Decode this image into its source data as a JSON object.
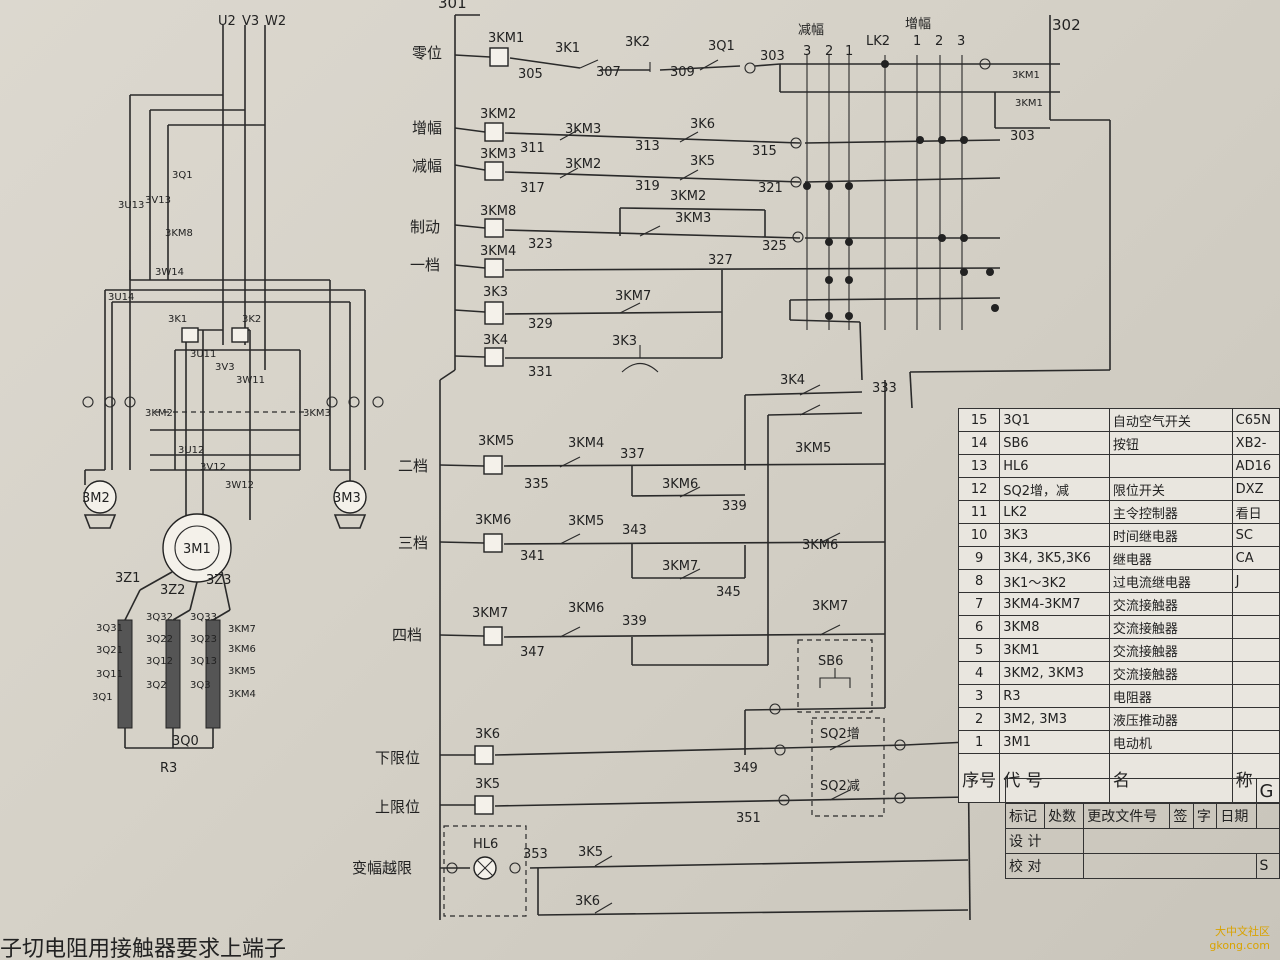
{
  "diagram": {
    "top_labels": {
      "bus_left": "301",
      "bus_right": "302",
      "phase_u": "U2",
      "phase_v": "V3",
      "phase_w": "W2"
    },
    "row_labels": {
      "zero": "零位",
      "inc": "增幅",
      "dec": "减幅",
      "brake": "制动",
      "g1": "一档",
      "g2": "二档",
      "g3": "三档",
      "g4": "四档",
      "lower": "下限位",
      "upper": "上限位",
      "over": "变幅越限"
    },
    "controller": {
      "dec_label": "减幅",
      "lk_label": "LK2",
      "inc_label": "增幅",
      "dec_positions": [
        "3",
        "2",
        "1"
      ],
      "inc_positions": [
        "1",
        "2",
        "3"
      ]
    },
    "coils": {
      "km1": "3KM1",
      "km2": "3KM2",
      "km3": "3KM3",
      "km8": "3KM8",
      "km4": "3KM4",
      "k3": "3K3",
      "k4": "3K4",
      "km5": "3KM5",
      "km6": "3KM6",
      "km7": "3KM7",
      "k6": "3K6",
      "k5": "3K5",
      "hl6": "HL6"
    },
    "contacts": {
      "k1": "3K1",
      "k2": "3K2",
      "q1": "3Q1",
      "km3c": "3KM3",
      "k6c": "3K6",
      "km2c": "3KM2",
      "k5c": "3K5",
      "km2b": "3KM2",
      "km3b": "3KM3",
      "km7c": "3KM7",
      "k3c": "3K3",
      "k4c": "3K4",
      "km5c": "3KM5",
      "km4c": "3KM4",
      "km6a": "3KM6",
      "km5b": "3KM5",
      "km6b": "3KM6",
      "km7b": "3KM7",
      "km6c": "3KM6",
      "km7d": "3KM7",
      "sb6": "SB6",
      "sq2inc": "SQ2增",
      "sq2dec": "SQ2减",
      "k5d": "3K5",
      "k6d": "3K6",
      "km1a": "3KM1",
      "km1b": "3KM1"
    },
    "nodes": {
      "n303": "303",
      "n303b": "303",
      "n305": "305",
      "n307": "307",
      "n309": "309",
      "n311": "311",
      "n313": "313",
      "n315": "315",
      "n317": "317",
      "n319": "319",
      "n321": "321",
      "n323": "323",
      "n325": "325",
      "n327": "327",
      "n329": "329",
      "n331": "331",
      "n333": "333",
      "n335": "335",
      "n337": "337",
      "n339": "339",
      "n341": "341",
      "n343": "343",
      "n345": "345",
      "n347": "347",
      "n339b": "339",
      "n349": "349",
      "n351": "351",
      "n353": "353"
    },
    "power": {
      "m2": "3M2",
      "m3": "3M3",
      "m1": "3M1",
      "km2p": "3KM2",
      "km3p": "3KM3",
      "pk1": "3K1",
      "pk2": "3K2",
      "z1": "3Z1",
      "z2": "3Z2",
      "z3": "3Z3",
      "q0": "3Q0",
      "r3": "R3",
      "left_small": [
        "3Q1",
        "3U13",
        "3KM8",
        "3W14",
        "3U14"
      ],
      "mid_small": [
        "3V13",
        "3U11",
        "3V3",
        "3W11",
        "3U12",
        "3V12",
        "3W12"
      ],
      "res_left": [
        "3Q31",
        "3Q21",
        "3Q11",
        "3Q1"
      ],
      "res_mid": [
        "3Q32",
        "3Q22",
        "3Q12",
        "3Q2"
      ],
      "res_mid2": [
        "3Q33",
        "3Q23",
        "3Q13",
        "3Q3"
      ],
      "res_right": [
        "3KM7",
        "3KM6",
        "3KM5",
        "3KM4"
      ],
      "res_left_top": "3Q31",
      "q1_small": "3Q1",
      "v13_small": "3V13"
    },
    "bottom_text": "子切电阻用接触器要求上端子"
  },
  "parts_table": {
    "rows": [
      {
        "n": "15",
        "code": "3Q1",
        "name": "自动空气开关",
        "model": "C65N"
      },
      {
        "n": "14",
        "code": "SB6",
        "name": "按钮",
        "model": "XB2-"
      },
      {
        "n": "13",
        "code": "HL6",
        "name": "",
        "model": "AD16"
      },
      {
        "n": "12",
        "code": "SQ2增，减",
        "name": "限位开关",
        "model": "DXZ"
      },
      {
        "n": "11",
        "code": "LK2",
        "name": "主令控制器",
        "model": "看日"
      },
      {
        "n": "10",
        "code": "3K3",
        "name": "时间继电器",
        "model": "SC"
      },
      {
        "n": "9",
        "code": "3K4, 3K5,3K6",
        "name": "继电器",
        "model": "CA"
      },
      {
        "n": "8",
        "code": "3K1～3K2",
        "name": "过电流继电器",
        "model": "J"
      },
      {
        "n": "7",
        "code": "3KM4-3KM7",
        "name": "交流接触器",
        "model": ""
      },
      {
        "n": "6",
        "code": "3KM8",
        "name": "交流接触器",
        "model": ""
      },
      {
        "n": "5",
        "code": "3KM1",
        "name": "交流接触器",
        "model": ""
      },
      {
        "n": "4",
        "code": "3KM2, 3KM3",
        "name": "交流接触器",
        "model": ""
      },
      {
        "n": "3",
        "code": "R3",
        "name": "电阻器",
        "model": ""
      },
      {
        "n": "2",
        "code": "3M2, 3M3",
        "name": "液压推动器",
        "model": ""
      },
      {
        "n": "1",
        "code": "3M1",
        "name": "电动机",
        "model": ""
      }
    ],
    "header": {
      "n": "序号",
      "code": "代  号",
      "name": "名",
      "model": "称"
    }
  },
  "title_block": {
    "row1": [
      "标记",
      "处数",
      "更改文件号",
      "签",
      "字",
      "日期"
    ],
    "row2_label": "设 计",
    "row3_label": "校 对",
    "g_mark": "G",
    "s_mark": "S"
  },
  "watermark": {
    "line1": "大中文社区",
    "line2": "gkong.com"
  }
}
